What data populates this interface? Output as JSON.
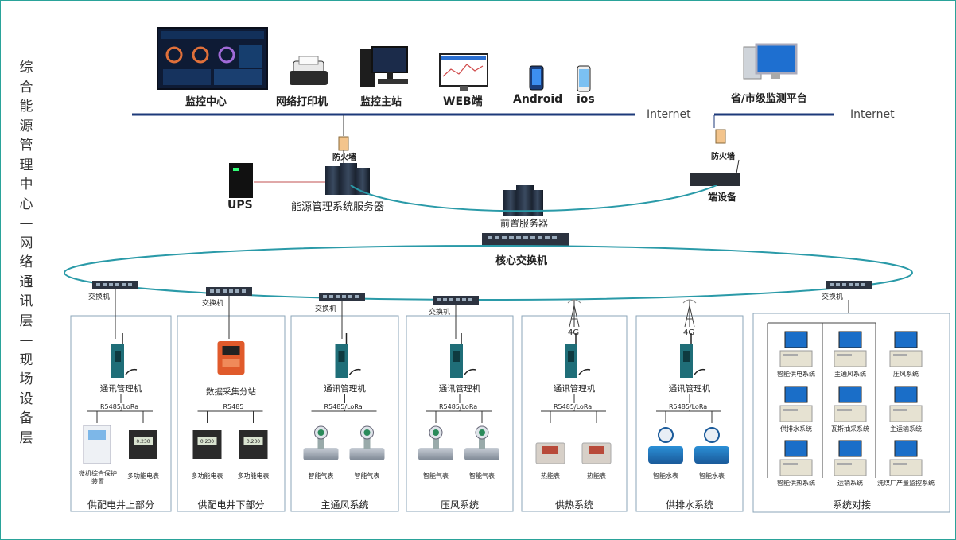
{
  "side_label": [
    "综",
    "合",
    "能",
    "源",
    "管",
    "理",
    "中",
    "心",
    "—",
    "网",
    "络",
    "通",
    "讯",
    "层",
    "—",
    "现",
    "场",
    "设",
    "备",
    "层"
  ],
  "top": {
    "monitoring_center": "监控中心",
    "network_printer": "网络打印机",
    "monitor_host": "监控主站",
    "web": "WEB端",
    "android": "Android",
    "ios": "ios",
    "internet_left": "Internet",
    "internet_right": "Internet",
    "provincial_platform": "省/市级监测平台"
  },
  "middle": {
    "firewall_left": "防火墙",
    "firewall_right": "防火墙",
    "ups": "UPS",
    "ems_server": "能源管理系统服务器",
    "front_server": "前置服务器",
    "terminal": "端设备",
    "core_switch": "核心交换机"
  },
  "switch_label": "交换机",
  "comm_manager": "通讯管理机",
  "data_station": "数据采集分站",
  "bus_rs485_lora": "R5485/LoRa",
  "bus_rs485": "R5485",
  "tag_4g": "4G",
  "panels": [
    {
      "title": "供配电井上部分",
      "devices": [
        "微机综合保护装置",
        "多功能电表"
      ]
    },
    {
      "title": "供配电井下部分",
      "devices": [
        "多功能电表",
        "多功能电表"
      ]
    },
    {
      "title": "主通风系统",
      "devices": [
        "智能气表",
        "智能气表"
      ]
    },
    {
      "title": "压风系统",
      "devices": [
        "智能气表",
        "智能气表"
      ]
    },
    {
      "title": "供热系统",
      "devices": [
        "热能表",
        "热能表"
      ]
    },
    {
      "title": "供排水系统",
      "devices": [
        "智能水表",
        "智能水表"
      ]
    }
  ],
  "dock_panel": {
    "title": "系统对接",
    "systems": [
      "智能供电系统",
      "主通风系统",
      "压风系统",
      "供排水系统",
      "瓦斯抽采系统",
      "主运输系统",
      "智能供热系统",
      "运销系统",
      "洗煤厂产量监控系统"
    ]
  },
  "meter_reading": "0.230"
}
